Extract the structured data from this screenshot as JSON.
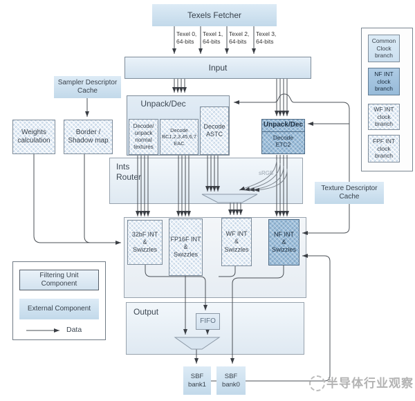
{
  "texels_fetcher": "Texels Fetcher",
  "texel_inputs": [
    {
      "label": "Texel 0,\n64-bits"
    },
    {
      "label": "Texel 1,\n64-bits"
    },
    {
      "label": "Texel 2,\n64-bits"
    },
    {
      "label": "Texel 3,\n64-bits"
    }
  ],
  "input": "Input",
  "unpack_dec": {
    "title": "Unpack/Dec",
    "decode_normal": "Decode/\nunpack\nnormal\ntextures",
    "decode_bc": "Decode\nBC1,2,3,45,6,7\nEAC",
    "decode_astc": "Decode\nASTC"
  },
  "unpack_dec_etc2": {
    "title": "Unpack/Dec",
    "decode_etc2": "Decode\nETC2"
  },
  "srgb_label": "sRGB",
  "ints_router": "Ints\nRouter",
  "caches": {
    "sampler": "Sampler Descriptor\nCache",
    "texture": "Texture Descriptor\nCache"
  },
  "left_units": {
    "weights": "Weights\ncalculation",
    "border_shadow": "Border /\nShadow map"
  },
  "swizzle_units": [
    {
      "label": "32bF INT\n&\nSwizzles"
    },
    {
      "label": "FP16F INT\n&\nSwizzles"
    },
    {
      "label": "WF INT\n&\nSwizzles"
    },
    {
      "label": "NF INT\n&\nSwizzles"
    }
  ],
  "clock_branches": [
    {
      "label": "Common\nClock\nbranch"
    },
    {
      "label": "NF INT\nclock\nbranch"
    },
    {
      "label": "WF INT\nclock\nbranch"
    },
    {
      "label": "FPF INT\nclock\nbranch"
    }
  ],
  "output": {
    "title": "Output",
    "fifo": "FIFO"
  },
  "sbf_banks": [
    {
      "label": "SBF\nbank1"
    },
    {
      "label": "SBF\nbank0"
    }
  ],
  "legend": {
    "filtering_unit": "Filtering Unit\nComponent",
    "external": "External Component",
    "data": "Data"
  },
  "watermark": "半导体行业观察",
  "colors": {
    "external_blue": "#c9dcec",
    "dark_blue": "#9cbedb",
    "line": "#44484e",
    "watermark_grey": "#b3b3b3"
  }
}
